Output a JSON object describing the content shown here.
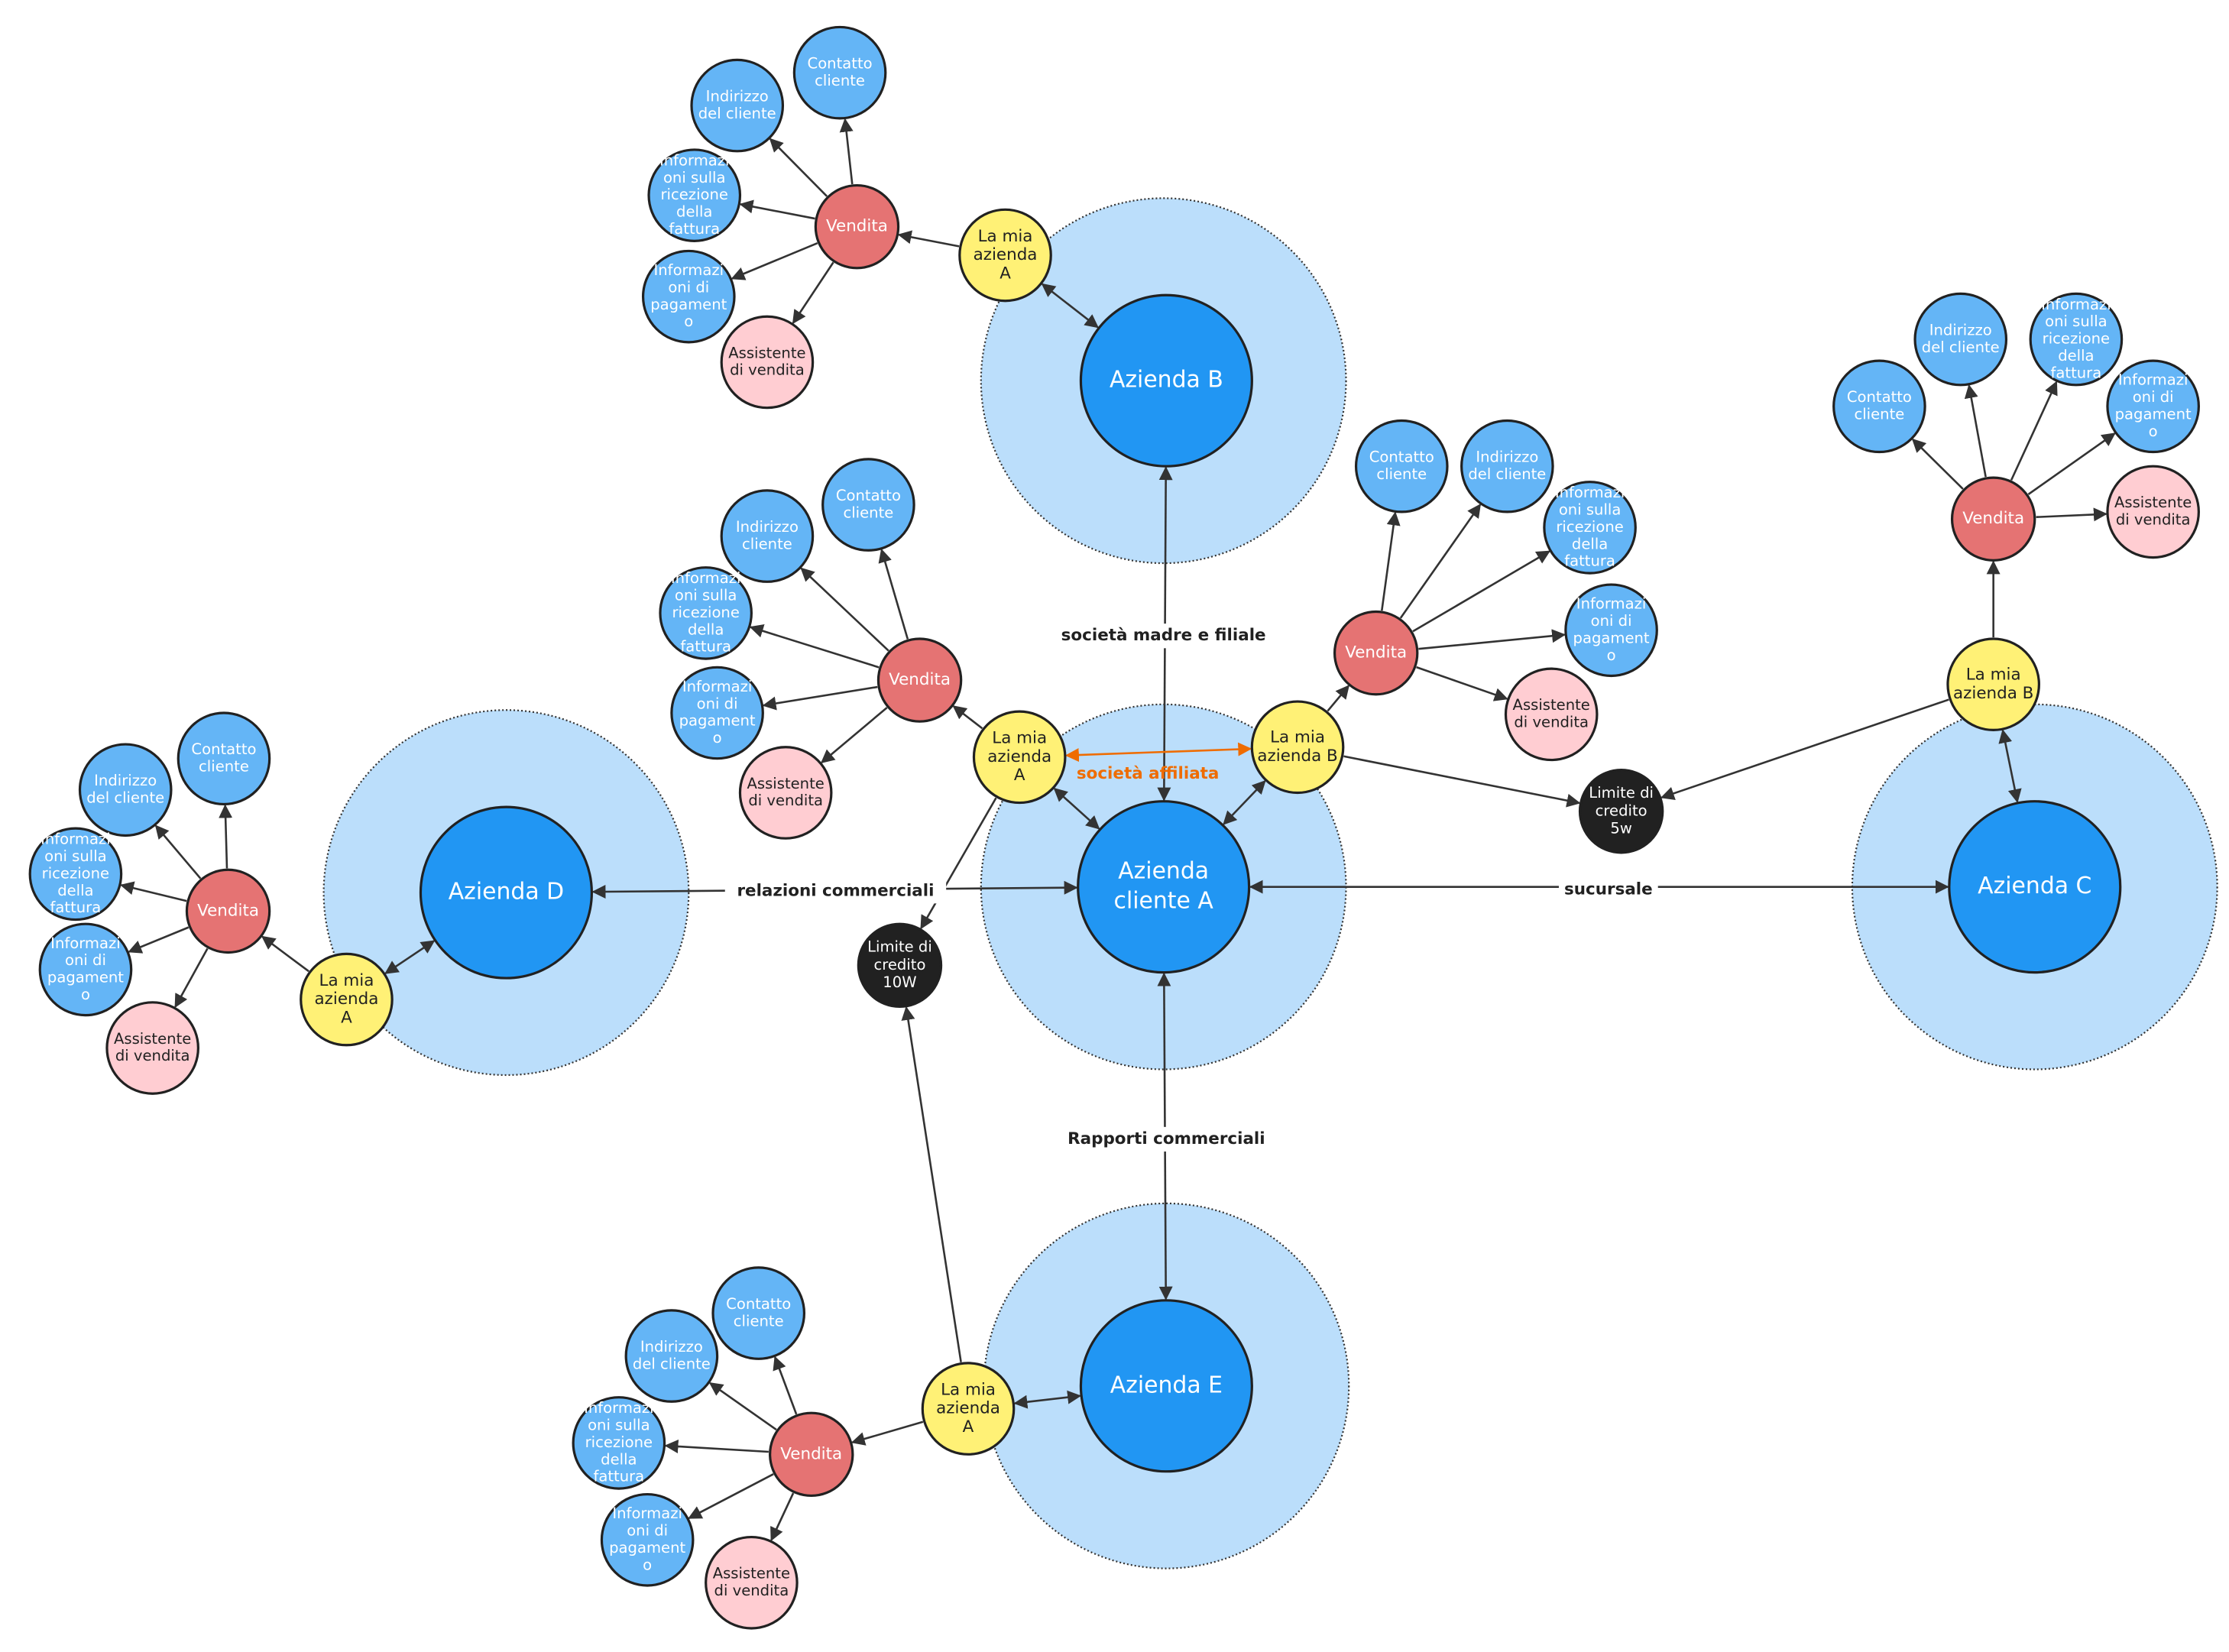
{
  "colors": {
    "halo": "#bbdefb",
    "company": "#2196f3",
    "attribute": "#64b5f6",
    "myCompany": "#fff176",
    "sales": "#e57373",
    "assistant": "#ffcdd2",
    "credit": "#212121",
    "edge": "#333333",
    "affiliate": "#ef6c00"
  },
  "nodes": {
    "azienda_a": {
      "kind": "company",
      "lines": [
        "Azienda",
        "cliente A"
      ]
    },
    "azienda_b": {
      "kind": "company",
      "lines": [
        "Azienda B"
      ]
    },
    "azienda_c": {
      "kind": "company",
      "lines": [
        "Azienda C"
      ]
    },
    "azienda_d": {
      "kind": "company",
      "lines": [
        "Azienda D"
      ]
    },
    "azienda_e": {
      "kind": "company",
      "lines": [
        "Azienda E"
      ]
    },
    "my_a_center": {
      "kind": "myCompany",
      "lines": [
        "La mia",
        "azienda",
        "A"
      ]
    },
    "my_b_center": {
      "kind": "myCompany",
      "lines": [
        "La mia",
        "azienda B"
      ]
    },
    "my_a_top": {
      "kind": "myCompany",
      "lines": [
        "La mia",
        "azienda",
        "A"
      ]
    },
    "my_a_left": {
      "kind": "myCompany",
      "lines": [
        "La mia",
        "azienda",
        "A"
      ]
    },
    "my_a_bottom": {
      "kind": "myCompany",
      "lines": [
        "La mia",
        "azienda",
        "A"
      ]
    },
    "my_b_right": {
      "kind": "myCompany",
      "lines": [
        "La mia",
        "azienda B"
      ]
    },
    "credit_10w": {
      "kind": "credit",
      "lines": [
        "Limite di",
        "credito",
        "10W"
      ]
    },
    "credit_5w": {
      "kind": "credit",
      "lines": [
        "Limite di",
        "credito",
        "5w"
      ]
    },
    "sales_top": {
      "kind": "sales",
      "lines": [
        "Vendita"
      ]
    },
    "sales_midleft": {
      "kind": "sales",
      "lines": [
        "Vendita"
      ]
    },
    "sales_left": {
      "kind": "sales",
      "lines": [
        "Vendita"
      ]
    },
    "sales_bottom": {
      "kind": "sales",
      "lines": [
        "Vendita"
      ]
    },
    "sales_midright": {
      "kind": "sales",
      "lines": [
        "Vendita"
      ]
    },
    "sales_right": {
      "kind": "sales",
      "lines": [
        "Vendita"
      ]
    },
    "t_contatto": {
      "kind": "attribute",
      "lines": [
        "Contatto",
        "cliente"
      ]
    },
    "t_indirizzo": {
      "kind": "attribute",
      "lines": [
        "Indirizzo",
        "del cliente"
      ]
    },
    "t_ricezione": {
      "kind": "attribute",
      "lines": [
        "Informazi",
        "oni sulla",
        "ricezione",
        "della",
        "fattura"
      ]
    },
    "t_pagamento": {
      "kind": "attribute",
      "lines": [
        "Informazi",
        "oni di",
        "pagament",
        "o"
      ]
    },
    "t_assistente": {
      "kind": "assistant",
      "lines": [
        "Assistente",
        "di vendita"
      ]
    },
    "ml_contatto": {
      "kind": "attribute",
      "lines": [
        "Contatto",
        "cliente"
      ]
    },
    "ml_indirizzo": {
      "kind": "attribute",
      "lines": [
        "Indirizzo",
        "cliente"
      ]
    },
    "ml_ricezione": {
      "kind": "attribute",
      "lines": [
        "Informazi",
        "oni sulla",
        "ricezione",
        "della",
        "fattura"
      ]
    },
    "ml_pagamento": {
      "kind": "attribute",
      "lines": [
        "Informazi",
        "oni di",
        "pagament",
        "o"
      ]
    },
    "ml_assistente": {
      "kind": "assistant",
      "lines": [
        "Assistente",
        "di vendita"
      ]
    },
    "l_contatto": {
      "kind": "attribute",
      "lines": [
        "Contatto",
        "cliente"
      ]
    },
    "l_indirizzo": {
      "kind": "attribute",
      "lines": [
        "Indirizzo",
        "del cliente"
      ]
    },
    "l_ricezione": {
      "kind": "attribute",
      "lines": [
        "Informazi",
        "oni sulla",
        "ricezione",
        "della",
        "fattura"
      ]
    },
    "l_pagamento": {
      "kind": "attribute",
      "lines": [
        "Informazi",
        "oni di",
        "pagament",
        "o"
      ]
    },
    "l_assistente": {
      "kind": "assistant",
      "lines": [
        "Assistente",
        "di vendita"
      ]
    },
    "b_contatto": {
      "kind": "attribute",
      "lines": [
        "Contatto",
        "cliente"
      ]
    },
    "b_indirizzo": {
      "kind": "attribute",
      "lines": [
        "Indirizzo",
        "del cliente"
      ]
    },
    "b_ricezione": {
      "kind": "attribute",
      "lines": [
        "Informazi",
        "oni sulla",
        "ricezione",
        "della",
        "fattura"
      ]
    },
    "b_pagamento": {
      "kind": "attribute",
      "lines": [
        "Informazi",
        "oni di",
        "pagament",
        "o"
      ]
    },
    "b_assistente": {
      "kind": "assistant",
      "lines": [
        "Assistente",
        "di vendita"
      ]
    },
    "mr_contatto": {
      "kind": "attribute",
      "lines": [
        "Contatto",
        "cliente"
      ]
    },
    "mr_indirizzo": {
      "kind": "attribute",
      "lines": [
        "Indirizzo",
        "del cliente"
      ]
    },
    "mr_ricezione": {
      "kind": "attribute",
      "lines": [
        "Informazi",
        "oni sulla",
        "ricezione",
        "della",
        "fattura"
      ]
    },
    "mr_pagamento": {
      "kind": "attribute",
      "lines": [
        "Informazi",
        "oni di",
        "pagament",
        "o"
      ]
    },
    "mr_assistente": {
      "kind": "assistant",
      "lines": [
        "Assistente",
        "di vendita"
      ]
    },
    "r_contatto": {
      "kind": "attribute",
      "lines": [
        "Contatto",
        "cliente"
      ]
    },
    "r_indirizzo": {
      "kind": "attribute",
      "lines": [
        "Indirizzo",
        "del cliente"
      ]
    },
    "r_ricezione": {
      "kind": "attribute",
      "lines": [
        "Informazi",
        "oni sulla",
        "ricezione",
        "della",
        "fattura"
      ]
    },
    "r_pagamento": {
      "kind": "attribute",
      "lines": [
        "Informazi",
        "oni di",
        "pagament",
        "o"
      ]
    },
    "r_assistente": {
      "kind": "assistant",
      "lines": [
        "Assistente",
        "di vendita"
      ]
    }
  },
  "edge_labels": {
    "madre_filiale": "società madre e filiale",
    "relazioni": "relazioni commerciali",
    "sucursale": "sucursale",
    "rapporti": "Rapporti commerciali",
    "affiliata": "società affiliata"
  }
}
